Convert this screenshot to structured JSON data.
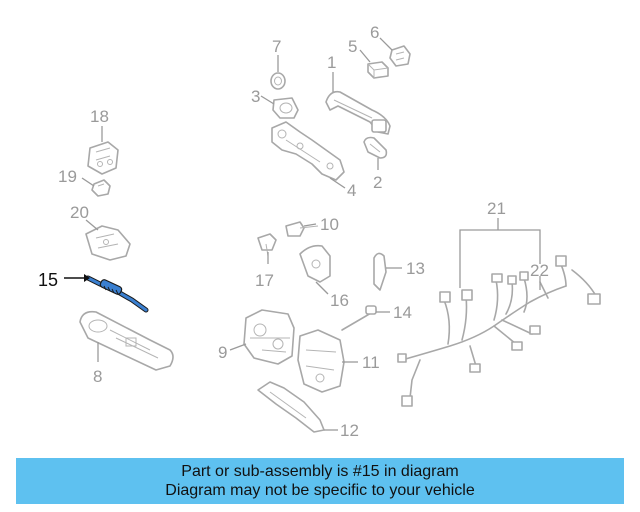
{
  "diagram": {
    "highlighted_part": "15",
    "highlight_color": "#3a7fd0",
    "callouts": [
      "1",
      "2",
      "3",
      "4",
      "5",
      "6",
      "7",
      "8",
      "9",
      "10",
      "11",
      "12",
      "13",
      "14",
      "15",
      "16",
      "17",
      "18",
      "19",
      "20",
      "21",
      "22"
    ]
  },
  "banner": {
    "background": "#5ec1f0",
    "line1": "Part or sub-assembly is #15 in diagram",
    "line2": "Diagram may not be specific to your vehicle"
  }
}
